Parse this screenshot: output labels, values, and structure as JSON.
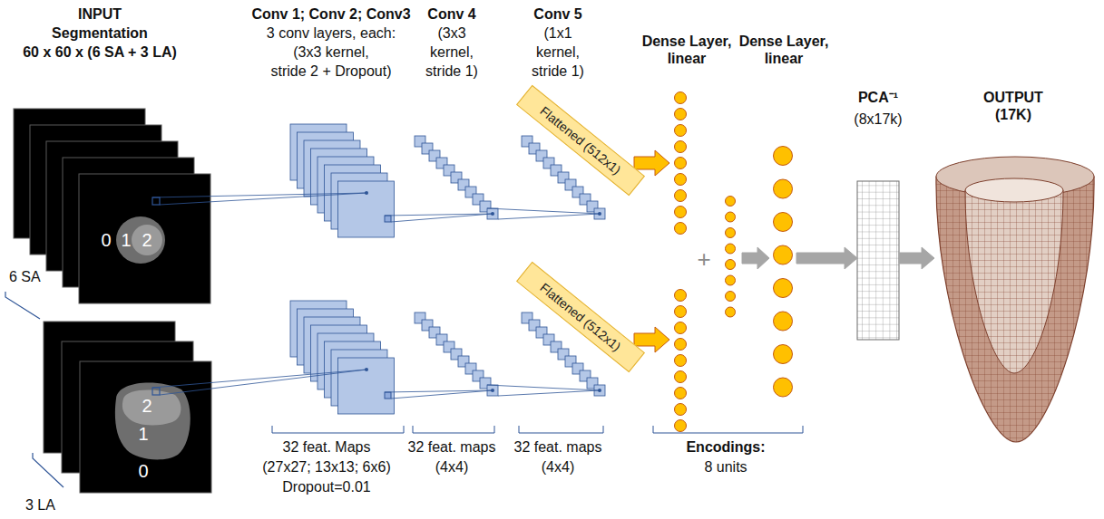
{
  "diagram": {
    "nodes": [
      {
        "text": [
          "Flattened (512x1)"
        ]
      },
      {
        "text": [
          "Flattened (512x1)"
        ]
      },
      {
        "text": [
          "Dense Layer, linear"
        ]
      },
      {
        "text": [
          "Dense Layer, linear"
        ]
      },
      {
        "text": [
          "PCA⁻¹",
          "(8x17k)"
        ]
      },
      {
        "text": [
          "OUTPUT (17K)"
        ]
      }
    ],
    "edges": [
      {
        "from": 0,
        "to": 2,
        "arrow": "to"
      },
      {
        "from": 1,
        "to": 2,
        "arrow": "to"
      },
      {
        "from": 2,
        "to": 3,
        "arrow": "to"
      },
      {
        "from": 3,
        "to": 4,
        "arrow": "to"
      },
      {
        "from": 4,
        "to": 5,
        "arrow": "to"
      }
    ],
    "labels": [
      "INPUT",
      "Segmentation",
      "60 x 60 x (6 SA + 3 LA)",
      "Conv 1; Conv 2; Conv3",
      "3 conv layers, each:",
      "(3x3 kernel,",
      "stride 2 + Dropout)",
      "Conv 4",
      "(3x3",
      "kernel,",
      "stride 1)",
      "Conv 5",
      "(1x1",
      "kernel,",
      "stride 1)",
      "6 SA",
      "3 LA",
      "0",
      "1",
      "2",
      "2",
      "1",
      "0",
      "+",
      "32 feat. Maps",
      "(27x27; 13x13; 6x6)",
      "Dropout=0.01",
      "32 feat. maps",
      "(4x4)",
      "32 feat. maps",
      "(4x4)",
      "Encodings:",
      "8 units"
    ]
  }
}
